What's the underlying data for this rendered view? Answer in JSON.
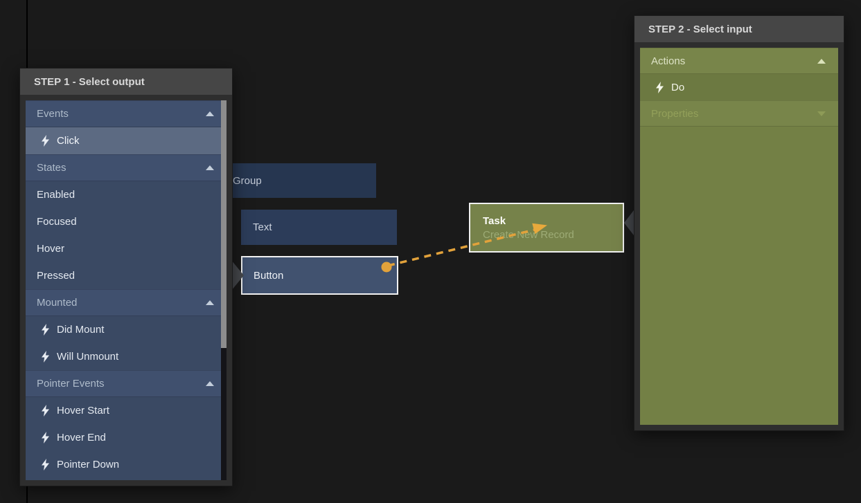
{
  "step1": {
    "title": "STEP 1 - Select output",
    "rows": [
      {
        "type": "section",
        "label": "Events",
        "arrow": "up",
        "state": "expanded"
      },
      {
        "type": "item",
        "label": "Click",
        "bolt": true,
        "selected": true
      },
      {
        "type": "section",
        "label": "States",
        "arrow": "up",
        "state": "expanded"
      },
      {
        "type": "item",
        "label": "Enabled",
        "bolt": false
      },
      {
        "type": "item",
        "label": "Focused",
        "bolt": false
      },
      {
        "type": "item",
        "label": "Hover",
        "bolt": false
      },
      {
        "type": "item",
        "label": "Pressed",
        "bolt": false
      },
      {
        "type": "section",
        "label": "Mounted",
        "arrow": "up",
        "state": "expanded"
      },
      {
        "type": "item",
        "label": "Did Mount",
        "bolt": true
      },
      {
        "type": "item",
        "label": "Will Unmount",
        "bolt": true
      },
      {
        "type": "section",
        "label": "Pointer Events",
        "arrow": "up",
        "state": "expanded"
      },
      {
        "type": "item",
        "label": "Hover Start",
        "bolt": true
      },
      {
        "type": "item",
        "label": "Hover End",
        "bolt": true
      },
      {
        "type": "item",
        "label": "Pointer Down",
        "bolt": true
      }
    ]
  },
  "step2": {
    "title": "STEP 2 - Select input",
    "rows": [
      {
        "type": "section",
        "label": "Actions",
        "arrow": "up",
        "state": "expanded"
      },
      {
        "type": "item",
        "label": "Do",
        "bolt": true,
        "selected": true
      },
      {
        "type": "section",
        "label": "Properties",
        "arrow": "down",
        "state": "collapsed",
        "dimmed": true
      }
    ]
  },
  "nodes": {
    "group": {
      "label": "Group"
    },
    "text": {
      "label": "Text"
    },
    "button": {
      "label": "Button",
      "selected": true
    },
    "task": {
      "title": "Task",
      "subtitle": "Create New Record"
    }
  },
  "connection": {
    "from": "Button",
    "to": "Task",
    "style": "dashed",
    "color": "#e2a23b"
  }
}
